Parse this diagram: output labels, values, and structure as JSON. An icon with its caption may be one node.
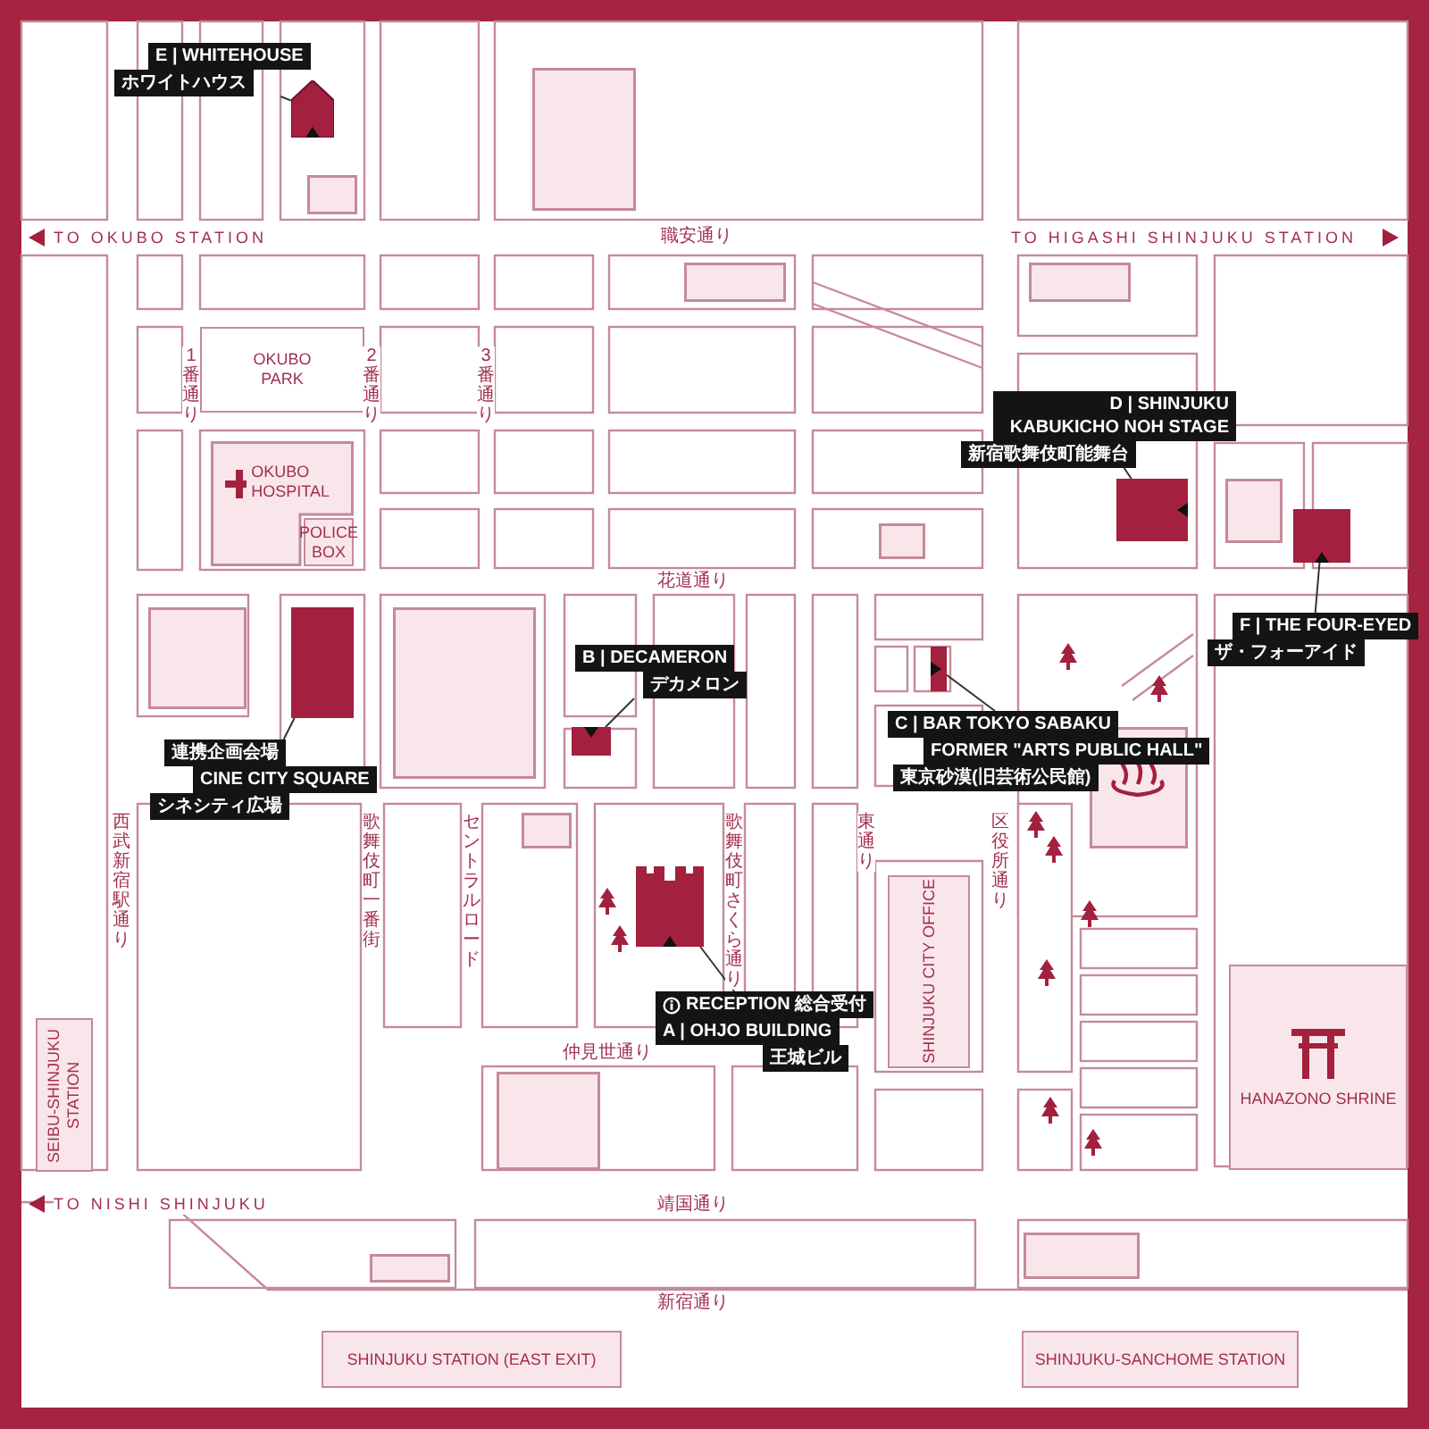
{
  "diagram": {
    "nodes": [
      {
        "text": [
          "E | WHITEHOUSE",
          "ホワイトハウス"
        ]
      },
      {
        "text": [],
        "shape": "house"
      },
      {
        "text": [],
        "shape": "box"
      },
      {
        "text": [],
        "shape": "box"
      },
      {
        "text": [],
        "shape": "box"
      },
      {
        "text": [],
        "shape": "box"
      },
      {
        "text": [
          "OKUBO PARK"
        ]
      },
      {
        "text": [
          "OKUBO HOSPITAL"
        ]
      },
      {
        "text": [
          "POLICE BOX"
        ]
      },
      {
        "text": [
          "D | SHINJUKU KABUKICHO NOH STAGE",
          "新宿歌舞伎町能舞台"
        ]
      },
      {
        "text": [],
        "shape": "box"
      },
      {
        "text": [],
        "shape": "box"
      },
      {
        "text": [],
        "shape": "box"
      },
      {
        "text": [],
        "shape": "box"
      },
      {
        "text": [
          "F | THE FOUR-EYED",
          "ザ・フォーアイド"
        ]
      },
      {
        "text": [],
        "shape": "box"
      },
      {
        "text": [],
        "shape": "box"
      },
      {
        "text": [
          "連携企画会場",
          "CINE CITY SQUARE",
          "シネシティ広場"
        ]
      },
      {
        "text": [],
        "shape": "box"
      },
      {
        "text": [
          "B | DECAMERON",
          "デカメロン"
        ]
      },
      {
        "text": [],
        "shape": "box"
      },
      {
        "text": [],
        "shape": "box"
      },
      {
        "text": [
          "C | BAR TOKYO SABAKU",
          "FORMER \"ARTS PUBLIC HALL\"",
          "東京砂漠(旧芸術公民館)"
        ]
      },
      {
        "text": [],
        "shape": "box"
      },
      {
        "text": [],
        "shape": "box"
      },
      {
        "text": [],
        "shape": "castle"
      },
      {
        "text": [
          "RECEPTION 総合受付",
          "A | OHJO BUILDING",
          "王城ビル"
        ]
      },
      {
        "text": [
          "SHINJUKU CITY OFFICE"
        ]
      },
      {
        "text": [
          "SEIBU-SHINJUKU STATION"
        ]
      },
      {
        "text": [],
        "shape": "box"
      },
      {
        "text": [
          "HANAZONO SHRINE"
        ]
      },
      {
        "text": [],
        "shape": "box"
      },
      {
        "text": [],
        "shape": "box"
      },
      {
        "text": [
          "SHINJUKU STATION (EAST EXIT)"
        ]
      },
      {
        "text": [
          "SHINJUKU-SANCHOME STATION"
        ]
      }
    ],
    "edges": [
      {
        "from": 0,
        "to": 1,
        "arrow": "none"
      },
      {
        "from": 9,
        "to": 10,
        "arrow": "none"
      },
      {
        "from": 14,
        "to": 13,
        "arrow": "none"
      },
      {
        "from": 17,
        "to": 16,
        "arrow": "none"
      },
      {
        "from": 19,
        "to": 20,
        "arrow": "none"
      },
      {
        "from": 22,
        "to": 21,
        "arrow": "none"
      },
      {
        "from": 26,
        "to": 25,
        "arrow": "none"
      }
    ],
    "labels": [
      "TO OKUBO STATION",
      "職安通り",
      "TO HIGASHI SHINJUKU STATION",
      "1番通り",
      "2番通り",
      "3番通り",
      "花道通り",
      "西武新宿駅通り",
      "歌舞伎町一番街",
      "セントラルロード",
      "歌舞伎町さくら通り",
      "東通り",
      "区役所通り",
      "仲見世通り",
      "TO NISHI SHINJUKU",
      "靖国通り",
      "新宿通り"
    ]
  }
}
